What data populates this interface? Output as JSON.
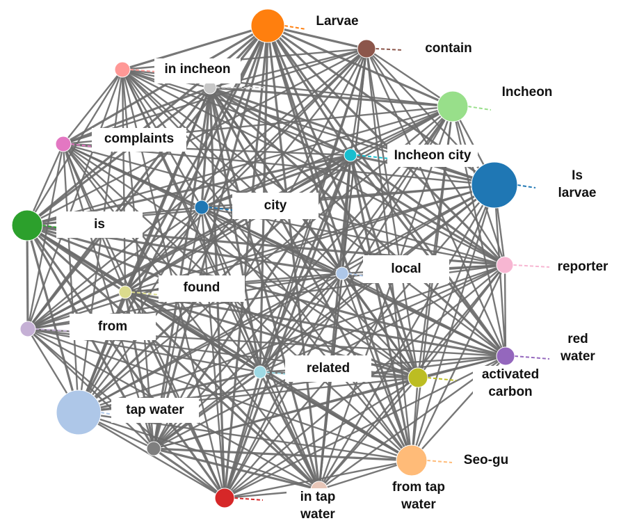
{
  "nodes": [
    {
      "id": "larvae",
      "color": "#ff7f0e",
      "label": "Larvae"
    },
    {
      "id": "contain",
      "color": "#8c564b",
      "label": "contain"
    },
    {
      "id": "in_incheon",
      "color": "#ff9896",
      "label": "in incheon"
    },
    {
      "id": "gray_top",
      "color": "#c7c7c7",
      "label": ""
    },
    {
      "id": "incheon",
      "color": "#98df8a",
      "label": "Incheon"
    },
    {
      "id": "complaints",
      "color": "#e377c2",
      "label": "complaints"
    },
    {
      "id": "incheon_city",
      "color": "#17becf",
      "label": "Incheon city"
    },
    {
      "id": "is_larvae",
      "color": "#1f77b4",
      "label": "Is\nlarvae"
    },
    {
      "id": "city",
      "color": "#1f77b4",
      "label": "city"
    },
    {
      "id": "is",
      "color": "#2ca02c",
      "label": "is"
    },
    {
      "id": "local",
      "color": "#aec7e8",
      "label": "local"
    },
    {
      "id": "reporter",
      "color": "#f7b6d2",
      "label": "reporter"
    },
    {
      "id": "found",
      "color": "#dbdb8d",
      "label": "found"
    },
    {
      "id": "from",
      "color": "#c5b0d5",
      "label": "from"
    },
    {
      "id": "red_water",
      "color": "#9467bd",
      "label": "red\nwater"
    },
    {
      "id": "related",
      "color": "#9edae5",
      "label": "related"
    },
    {
      "id": "activated_carbon",
      "color": "#bcbd22",
      "label": "activated\ncarbon"
    },
    {
      "id": "tap_water",
      "color": "#aec7e8",
      "label": "tap water"
    },
    {
      "id": "gray_bottom",
      "color": "#7f7f7f",
      "label": ""
    },
    {
      "id": "seo_gu",
      "color": "#ffbb78",
      "label": "Seo-gu"
    },
    {
      "id": "red_bottom",
      "color": "#d62728",
      "label": ""
    },
    {
      "id": "in_tap_water",
      "color": "#e7c6b8",
      "label": "in tap\nwater"
    },
    {
      "id": "from_tap_water",
      "color": "#ffbb78",
      "label": "from tap\nwater"
    }
  ]
}
